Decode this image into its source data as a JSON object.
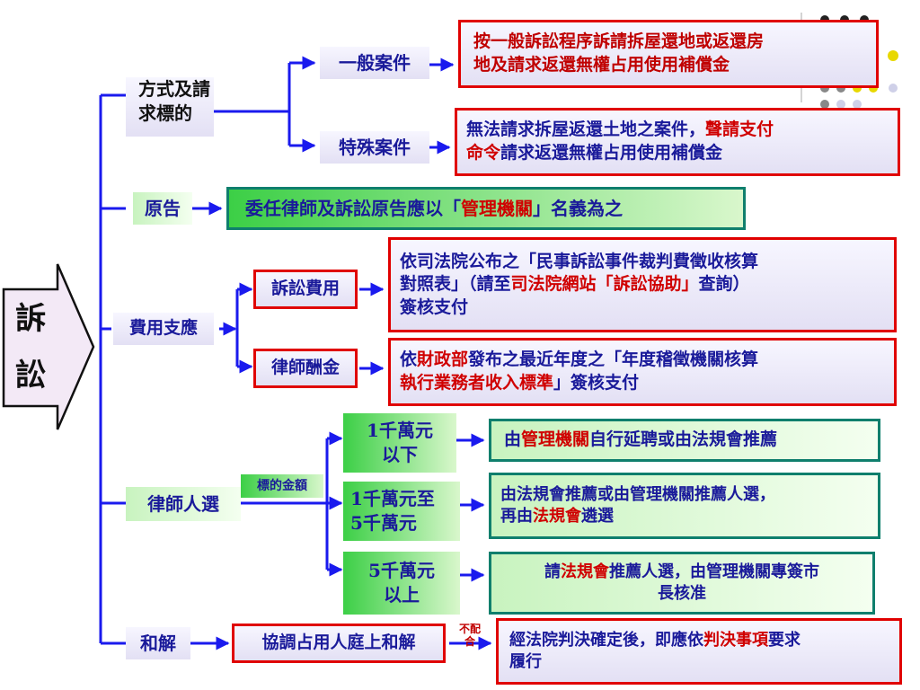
{
  "root": {
    "line1": "訴",
    "line2": "訟"
  },
  "branches": {
    "method": {
      "l1": "方式及請",
      "l2": "求標的"
    },
    "plaintiff": "原告",
    "fees": "費用支應",
    "lawyer": "律師人選",
    "settle": "和解"
  },
  "method": {
    "general": "一般案件",
    "special": "特殊案件",
    "general_desc_l1": "按一般訴訟程序訴請拆屋還地或返還房",
    "general_desc_l2": "地及請求返還無權占用使用補償金",
    "special_desc_l1a": "無法請求拆屋返還土地之案件，",
    "special_desc_l1b": "聲請支付",
    "special_desc_l2a": "命令",
    "special_desc_l2b": "請求返還無權占用使用補償金"
  },
  "plaintiff": {
    "a": "委任律師及訴訟原告應以「",
    "b": "管理機關",
    "c": "」名義為之"
  },
  "fees": {
    "litigation": "訴訟費用",
    "lawyer_fee": "律師酬金",
    "lit_l1": "依司法院公布之「民事訴訟事件裁判費徵收核算",
    "lit_l2a": "對照表」（請至",
    "lit_l2b": "司法院網站「訴訟協助」",
    "lit_l2c": "查詢）",
    "lit_l3": "簽核支付",
    "fee_l1a": "依",
    "fee_l1b": "財政部",
    "fee_l1c": "發布之最近年度之「年度稽徵機關核算",
    "fee_l2a": "執行業務者收入標準",
    "fee_l2b": "」簽核支付"
  },
  "lawyer": {
    "amount_label": "標的金額",
    "tier1": {
      "l1": "1千萬元",
      "l2": "以下"
    },
    "tier2": {
      "l1": "1千萬元至",
      "l2": "5千萬元"
    },
    "tier3": {
      "l1": "5千萬元",
      "l2": "以上"
    },
    "tier1_desc_a": "由",
    "tier1_desc_b": "管理機關",
    "tier1_desc_c": "自行延聘或由法規會推薦",
    "tier2_desc_l1": "由法規會推薦或由管理機關推薦人選，",
    "tier2_desc_l2a": "再由",
    "tier2_desc_l2b": "法規會",
    "tier2_desc_l2c": "遴選",
    "tier3_desc_l1a": "請",
    "tier3_desc_l1b": "法規會",
    "tier3_desc_l1c": "推薦人選，由管理機關專簽市",
    "tier3_desc_l2": "長核准"
  },
  "settle": {
    "coordinate": "協調占用人庭上和解",
    "no_match_1": "不配",
    "no_match_2": "合",
    "result_l1a": "經法院判決確定後，即應依",
    "result_l1b": "判決事項",
    "result_l1c": "要求",
    "result_l2": "履行"
  },
  "colors": {
    "arrow": "#1a1aee",
    "red_border": "#e00000",
    "teal_border": "#0f7f6d",
    "text": "#1a1a9a",
    "emphasis": "#d00000"
  }
}
